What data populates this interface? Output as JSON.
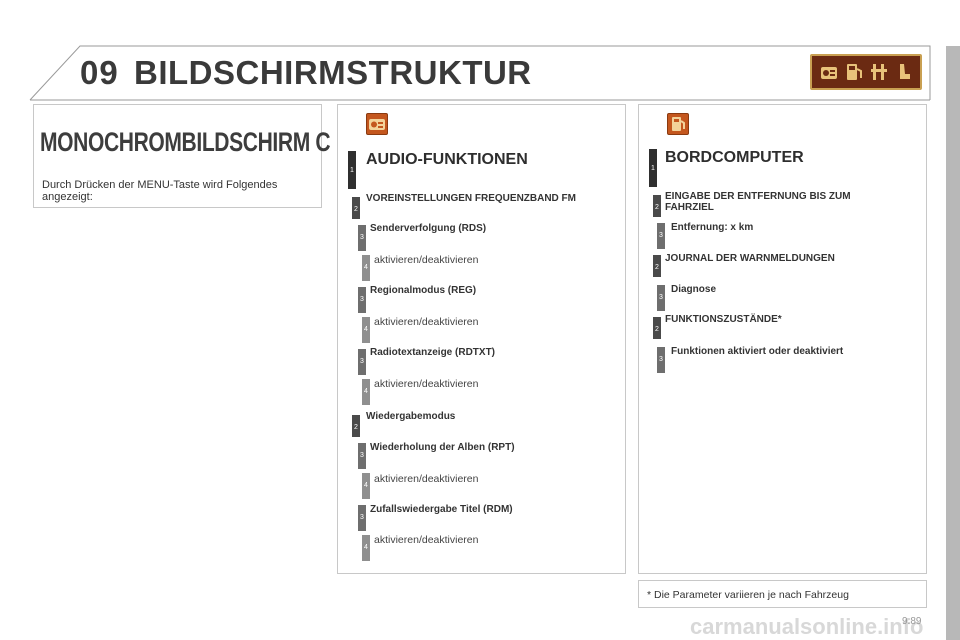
{
  "header": {
    "chapter": "09",
    "title": "BILDSCHIRMSTRUKTUR"
  },
  "left_panel": {
    "title": "MONOCHROMBILDSCHIRM C",
    "intro": "Durch Drücken der MENU-Taste wird Folgendes angezeigt:"
  },
  "audio": {
    "title": "AUDIO-FUNKTIONEN",
    "levels": [
      "1",
      "2",
      "3",
      "4"
    ],
    "items": [
      "VOREINSTELLUNGEN FREQUENZBAND FM",
      "Senderverfolgung (RDS)",
      "aktivieren/deaktivieren",
      "Regionalmodus (REG)",
      "aktivieren/deaktivieren",
      "Radiotextanzeige (RDTXT)",
      "aktivieren/deaktivieren",
      "Wiedergabemodus",
      "Wiederholung der Alben (RPT)",
      "aktivieren/deaktivieren",
      "Zufallswiedergabe Titel (RDM)",
      "aktivieren/deaktivieren"
    ]
  },
  "computer": {
    "title": "BORDCOMPUTER",
    "items": [
      "EINGABE DER ENTFERNUNG BIS ZUM FAHRZIEL",
      "Entfernung: x km",
      "JOURNAL DER WARNMELDUNGEN",
      "Diagnose",
      "FUNKTIONSZUSTÄNDE*",
      "Funktionen aktiviert oder deaktiviert"
    ]
  },
  "footnote": "* Die Parameter variieren je nach Fahrzeug",
  "page_number": "9.89",
  "watermark": "carmanualsonline.info",
  "colors": {
    "accent": "#c4571e",
    "header_icons_bg": "#6b2a12",
    "level1": "#2f2f2f",
    "level2": "#4a4a4a",
    "level3": "#6e6e6e",
    "level4": "#8f8f8f"
  },
  "icons": {
    "header": [
      "radio-icon",
      "fuel-icon",
      "tools-icon",
      "seat-icon"
    ],
    "audio": "radio-icon",
    "computer": "fuel-icon"
  }
}
